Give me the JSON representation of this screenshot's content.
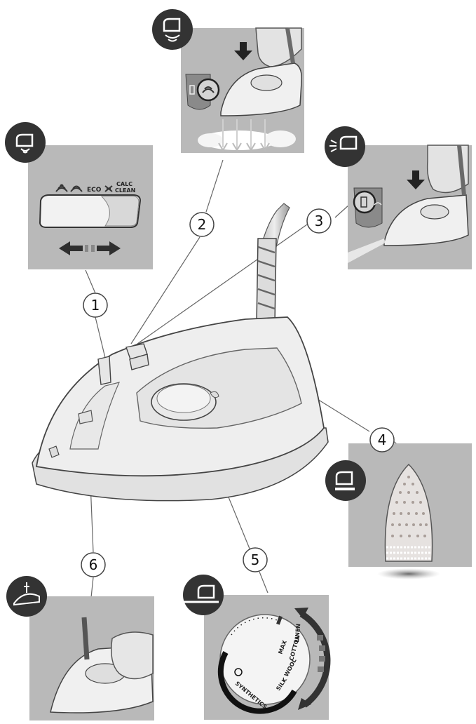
{
  "callouts": [
    {
      "number": "1"
    },
    {
      "number": "2"
    },
    {
      "number": "3"
    },
    {
      "number": "4"
    },
    {
      "number": "5"
    },
    {
      "number": "6"
    }
  ],
  "panel1": {
    "labels": [
      "ECO",
      "CALC",
      "CLEAN"
    ]
  },
  "dial": {
    "labels": [
      "MAX",
      "SYNTHETICS",
      "SILK",
      "WOOL",
      "COTTON",
      "LINEN"
    ]
  },
  "colors": {
    "panel_bg": "#b9b9b9",
    "iron_body": "#eeeeee",
    "outline": "#555555",
    "icon_badge": "#333333"
  }
}
